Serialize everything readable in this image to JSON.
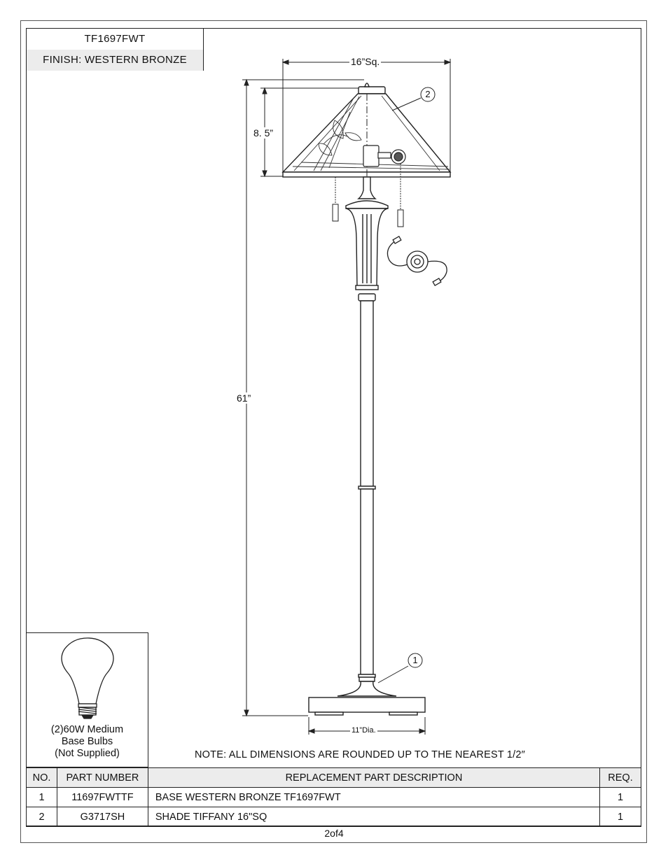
{
  "title": {
    "model": "TF1697FWT",
    "finish": "FINISH: WESTERN BRONZE"
  },
  "dimensions": {
    "shade_width": "16”Sq.",
    "shade_height": "8. 5”",
    "overall_height": "61”",
    "base_diameter": "11”Dia."
  },
  "callouts": [
    "1",
    "2"
  ],
  "bulb": {
    "line1": "(2)60W Medium",
    "line2": "Base Bulbs",
    "line3": "(Not Supplied)"
  },
  "note": "NOTE:  ALL DIMENSIONS ARE ROUNDED UP TO THE NEAREST  1/2″",
  "parts_table": {
    "headers": [
      "NO.",
      "PART NUMBER",
      "REPLACEMENT PART DESCRIPTION",
      "REQ."
    ],
    "rows": [
      {
        "no": "1",
        "part_number": "11697FWTTF",
        "description": "BASE WESTERN BRONZE TF1697FWT",
        "req": "1"
      },
      {
        "no": "2",
        "part_number": "G3717SH",
        "description": "SHADE TIFFANY 16\"SQ",
        "req": "1"
      }
    ]
  },
  "page": "2of4"
}
